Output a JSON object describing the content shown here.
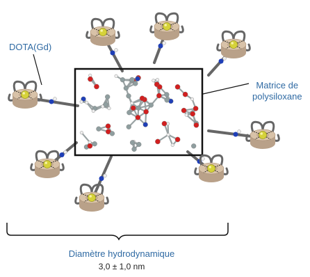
{
  "labels": {
    "dota": "DOTA(Gd)",
    "matrix_line1": "Matrice de",
    "matrix_line2": "polysiloxane",
    "diameter": "Diamètre hydrodynamique",
    "size": "3,0 ± 1,0 nm"
  },
  "colors": {
    "label_blue": "#2f6aa3",
    "chelate_body": "#d8c2a8",
    "chelate_shadow": "#b9a189",
    "gd_ion": "#d6d23a",
    "arm": "#666666",
    "carbon": "#8f9e9f",
    "oxygen": "#d21f1f",
    "nitrogen": "#1f3fb7",
    "hydrogen": "#eeeeee"
  }
}
